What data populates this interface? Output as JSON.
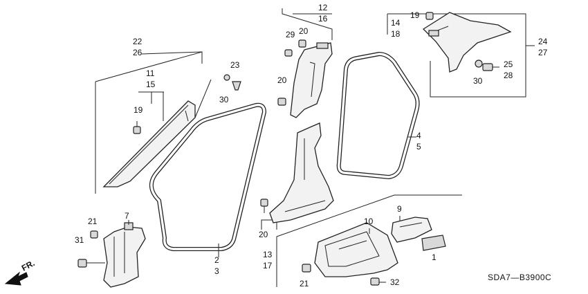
{
  "diagram": {
    "code": "SDA7—B3900C",
    "front_marker": "FR.",
    "labels": [
      {
        "id": "1",
        "text": "1"
      },
      {
        "id": "2",
        "text": "2"
      },
      {
        "id": "3",
        "text": "3"
      },
      {
        "id": "4",
        "text": "4"
      },
      {
        "id": "5",
        "text": "5"
      },
      {
        "id": "7",
        "text": "7"
      },
      {
        "id": "9",
        "text": "9"
      },
      {
        "id": "10",
        "text": "10"
      },
      {
        "id": "11",
        "text": "11"
      },
      {
        "id": "12",
        "text": "12"
      },
      {
        "id": "13",
        "text": "13"
      },
      {
        "id": "14",
        "text": "14"
      },
      {
        "id": "15",
        "text": "15"
      },
      {
        "id": "16",
        "text": "16"
      },
      {
        "id": "17",
        "text": "17"
      },
      {
        "id": "18",
        "text": "18"
      },
      {
        "id": "19a",
        "text": "19"
      },
      {
        "id": "19b",
        "text": "19"
      },
      {
        "id": "20a",
        "text": "20"
      },
      {
        "id": "20b",
        "text": "20"
      },
      {
        "id": "20c",
        "text": "20"
      },
      {
        "id": "21a",
        "text": "21"
      },
      {
        "id": "21b",
        "text": "21"
      },
      {
        "id": "22",
        "text": "22"
      },
      {
        "id": "23",
        "text": "23"
      },
      {
        "id": "24",
        "text": "24"
      },
      {
        "id": "25",
        "text": "25"
      },
      {
        "id": "26",
        "text": "26"
      },
      {
        "id": "27",
        "text": "27"
      },
      {
        "id": "28",
        "text": "28"
      },
      {
        "id": "29",
        "text": "29"
      },
      {
        "id": "30a",
        "text": "30"
      },
      {
        "id": "30b",
        "text": "30"
      },
      {
        "id": "31",
        "text": "31"
      },
      {
        "id": "32",
        "text": "32"
      }
    ]
  }
}
